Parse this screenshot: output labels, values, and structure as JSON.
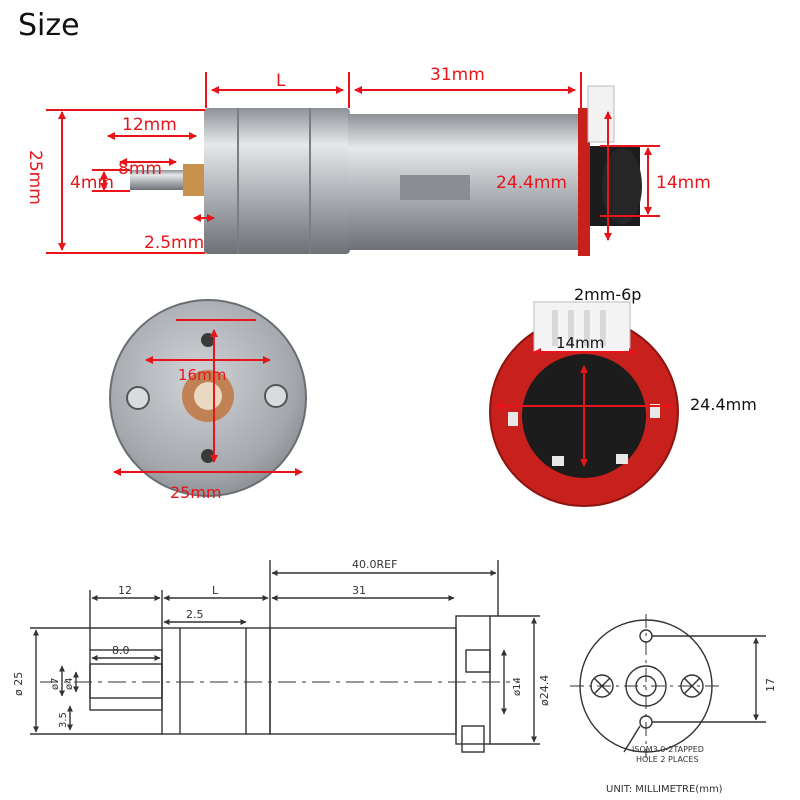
{
  "title": "Size",
  "photo_top": {
    "dim_L": "L",
    "dim_31": "31mm",
    "dim_12": "12mm",
    "dim_8": "8mm",
    "dim_4": "4mm",
    "dim_25": "25mm",
    "dim_2_5": "2.5mm",
    "dim_24_4": "24.4mm",
    "dim_14": "14mm"
  },
  "photo_front": {
    "dim_16": "16mm",
    "dim_25": "25mm"
  },
  "photo_encoder": {
    "connector": "2mm-6p",
    "dim_14": "14mm",
    "dim_24_4": "24.4mm"
  },
  "drawing": {
    "dim_40ref": "40.0REF",
    "dim_12": "12",
    "dim_L": "L",
    "dim_31": "31",
    "dim_2_5": "2.5",
    "dim_8": "8.0",
    "dim_d25": "ø 25",
    "dim_d7": "ø7",
    "dim_d4": "ø4",
    "dim_3_5": "3.5",
    "dim_d14": "ø14",
    "dim_d24_4": "ø24.4",
    "dim_17": "17",
    "note_line1": "ISOM3.0-2TAPPED",
    "note_line2": "HOLE 2 PLACES",
    "unit": "UNIT: MILLIMETRE(mm)"
  },
  "colors": {
    "dimension_red": "#e8141a",
    "pcb_red": "#c8201c",
    "metal": "#b9bcc0"
  }
}
